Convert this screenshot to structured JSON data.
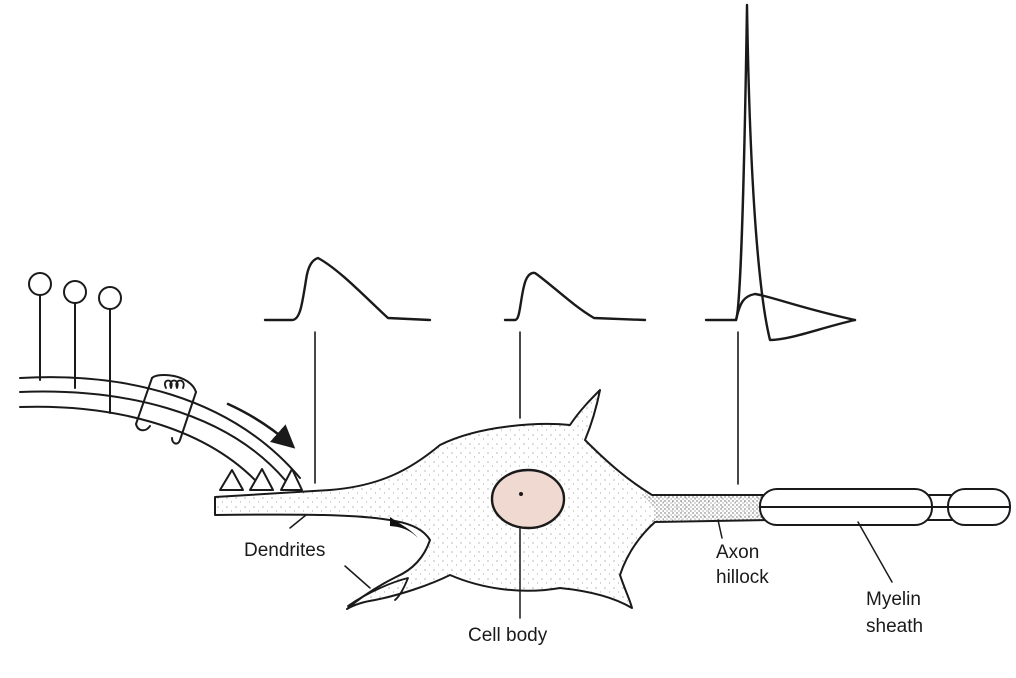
{
  "labels": {
    "dendrites": "Dendrites",
    "cell_body": "Cell body",
    "axon_hillock_line1": "Axon",
    "axon_hillock_line2": "hillock",
    "myelin_sheath_line1": "Myelin",
    "myelin_sheath_line2": "sheath"
  },
  "colors": {
    "ink": "#1a1a1a",
    "cytoplasm": "#f6f1ed",
    "nucleus": "#efd9d0"
  }
}
